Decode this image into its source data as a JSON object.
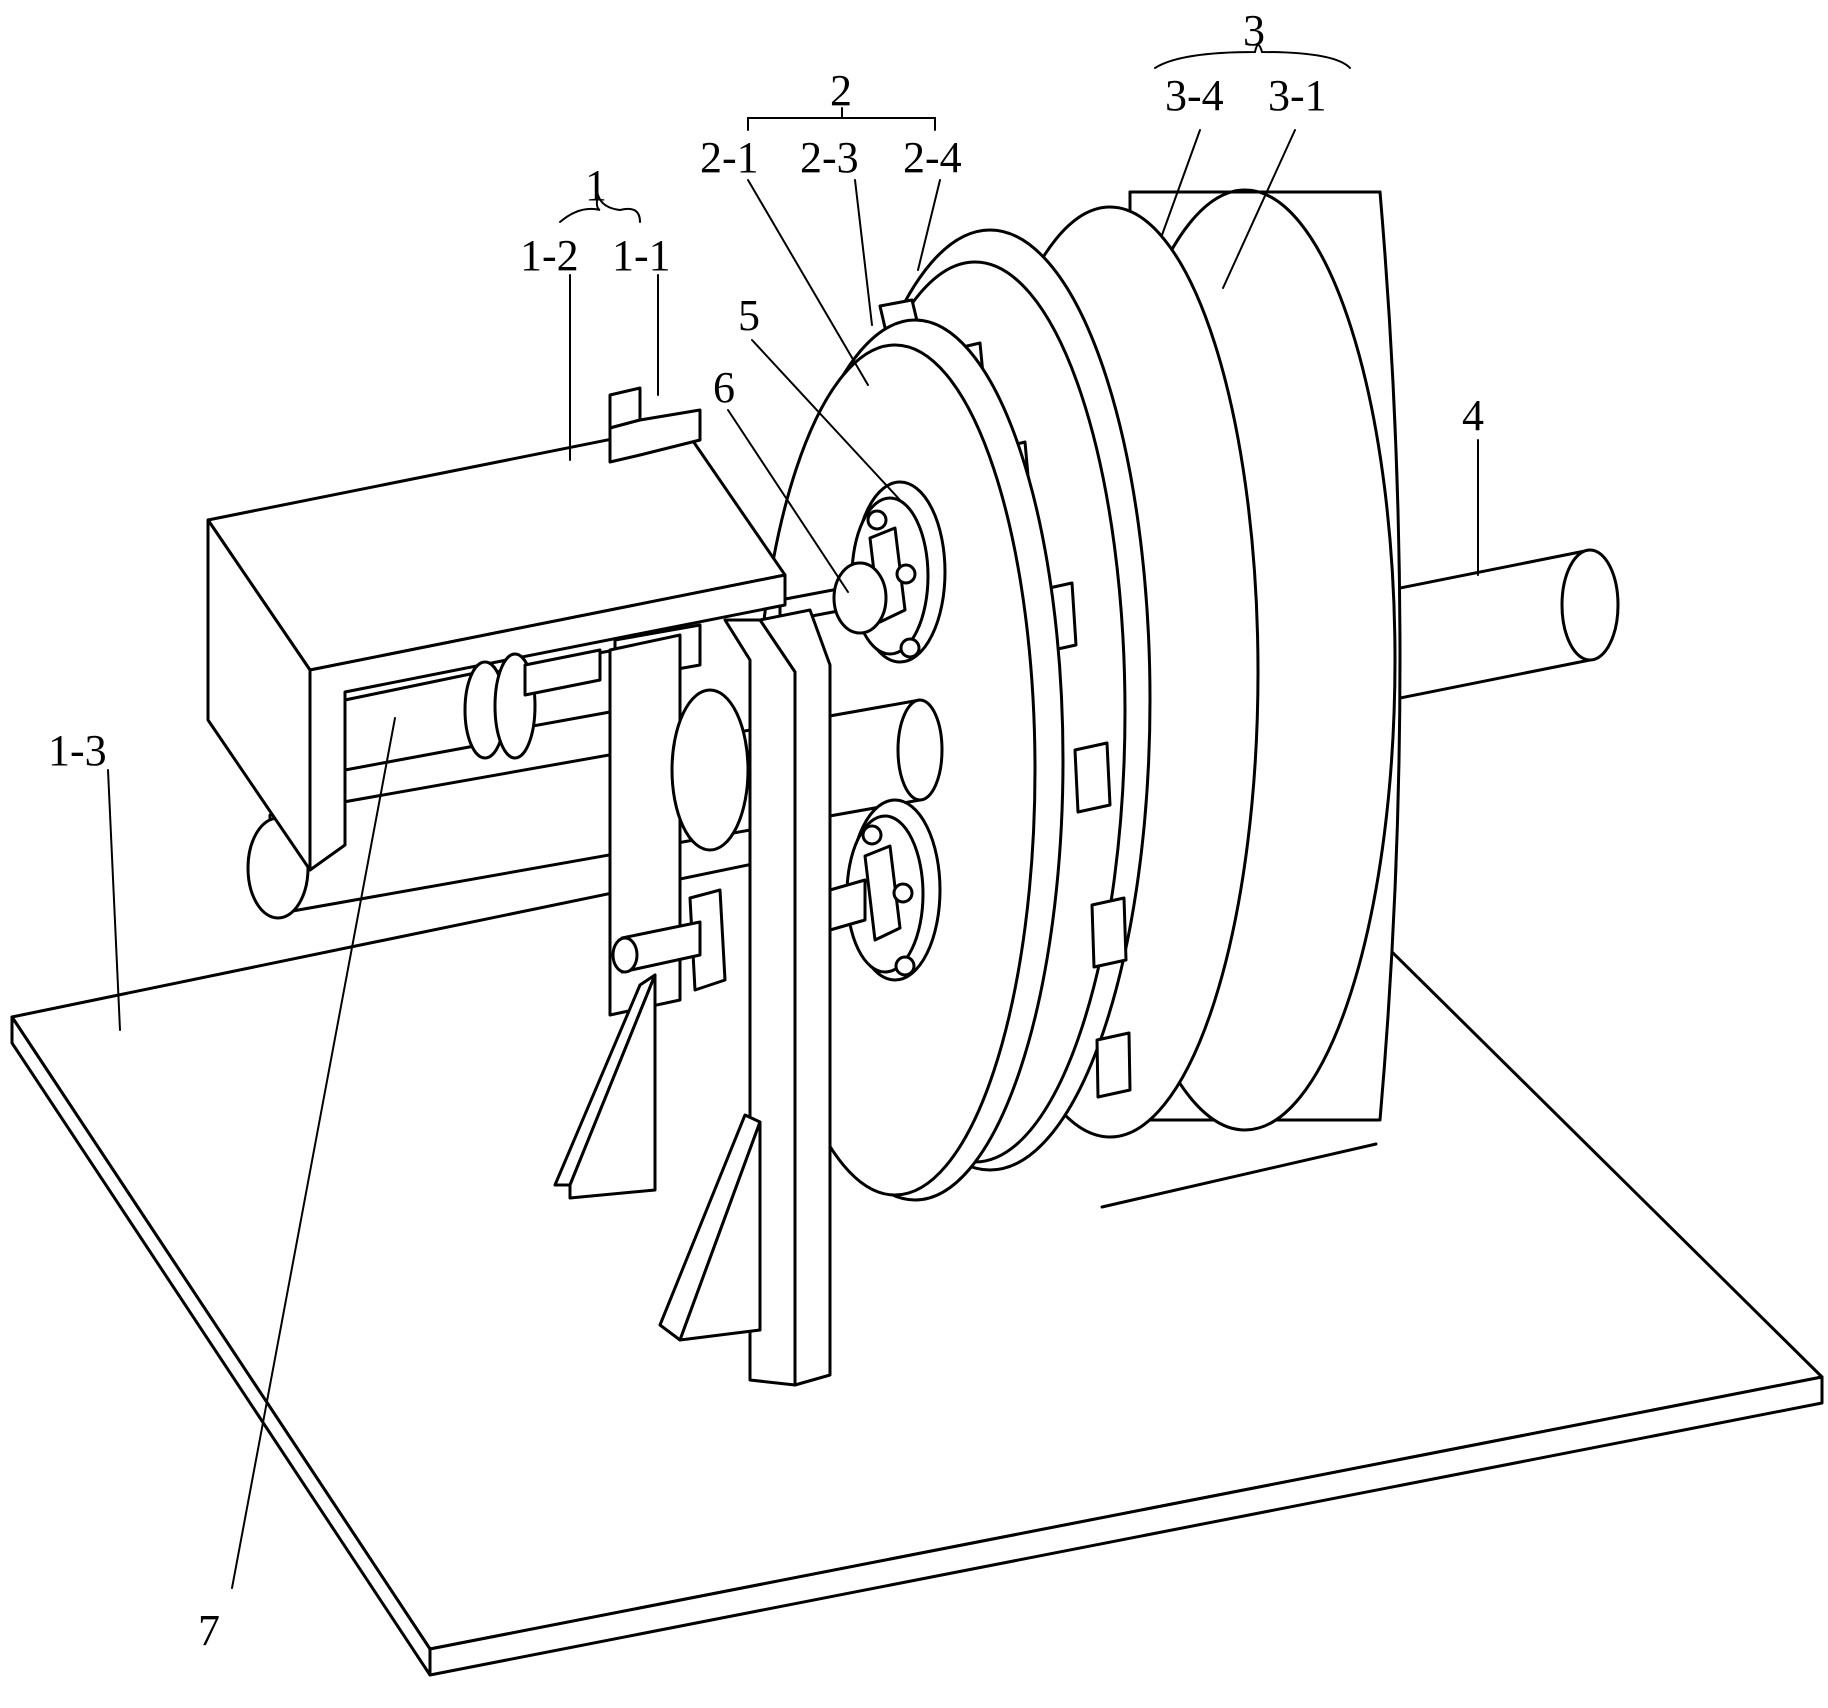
{
  "labels": {
    "l1": "1",
    "l1_2": "1-2",
    "l1_1": "1-1",
    "l1_3": "1-3",
    "l2": "2",
    "l2_1": "2-1",
    "l2_3": "2-3",
    "l2_4": "2-4",
    "l3": "3",
    "l3_4": "3-4",
    "l3_1": "3-1",
    "l4": "4",
    "l5": "5",
    "l6": "6",
    "l7": "7"
  }
}
